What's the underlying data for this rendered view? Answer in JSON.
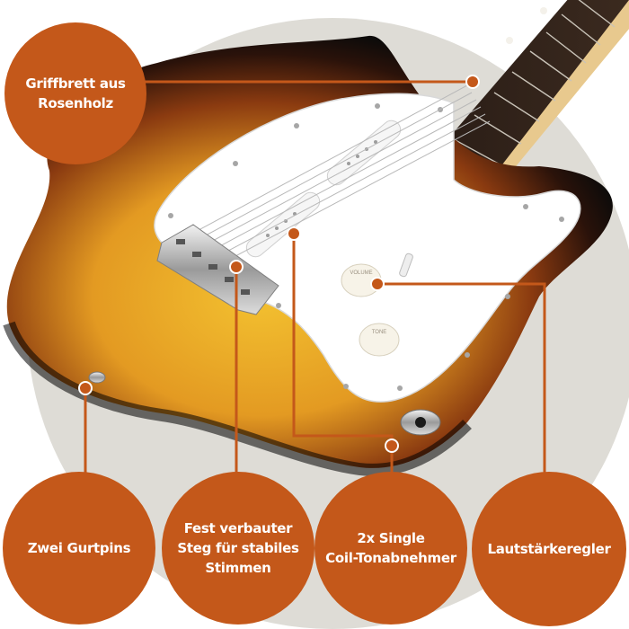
{
  "colors": {
    "accent": "#c4581a",
    "backdrop": "#dedcd6",
    "label_text": "#ffffff",
    "body_black": "#111111",
    "sunburst_orange": "#e39a22",
    "pickguard": "#ffffff"
  },
  "callouts": [
    {
      "id": "fretboard",
      "text": "Griffbrett aus\nRosenholz"
    },
    {
      "id": "strap-pins",
      "text": "Zwei Gurtpins"
    },
    {
      "id": "bridge",
      "text": "Fest verbauter\nSteg für stabiles\nStimmen"
    },
    {
      "id": "pickups",
      "text": "2x Single\nCoil-Tonabnehmer"
    },
    {
      "id": "volume",
      "text": "Lautstärkeregler"
    }
  ],
  "knob_labels": {
    "upper": "VOLUME",
    "lower": "TONE"
  }
}
